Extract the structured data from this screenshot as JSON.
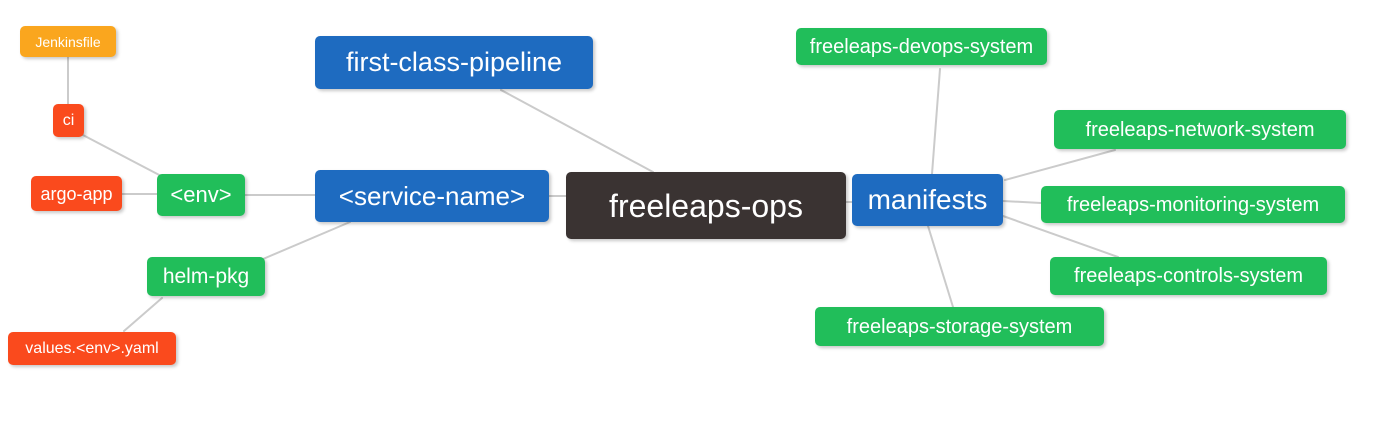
{
  "nodes": {
    "root": {
      "label": "freeleaps-ops"
    },
    "first_class_pipelineری": {
      "label": ""
    },
    "first_class_pipeline": {
      "label": "first-class-pipeline"
    },
    "service_name": {
      "label": "<service-name>"
    },
    "env": {
      "label": "<env>"
    },
    "ci": {
      "label": "ci"
    },
    "jenkinsfile": {
      "label": "Jenkinsfile"
    },
    "argo_app": {
      "label": "argo-app"
    },
    "helm_pkg": {
      "label": "helm-pkg"
    },
    "values_env_yaml": {
      "label": "values.<env>.yaml"
    },
    "manifests": {
      "label": "manifests"
    },
    "devops_system": {
      "label": "freeleaps-devops-system"
    },
    "network_system": {
      "label": "freeleaps-network-system"
    },
    "monitoring_system": {
      "label": "freeleaps-monitoring-system"
    },
    "controls_system": {
      "label": "freeleaps-controls-system"
    },
    "storage_system": {
      "label": "freeleaps-storage-system"
    }
  },
  "colors": {
    "root_bg": "#3a3332",
    "branch_bg": "#1e6bc0",
    "green_leaf_bg": "#21be5a",
    "red_leaf_bg": "#fa4a1d",
    "orange_leaf_bg": "#faa61e",
    "edge": "#cbcbcb",
    "text": "#ffffff",
    "background": "#ffffff"
  }
}
